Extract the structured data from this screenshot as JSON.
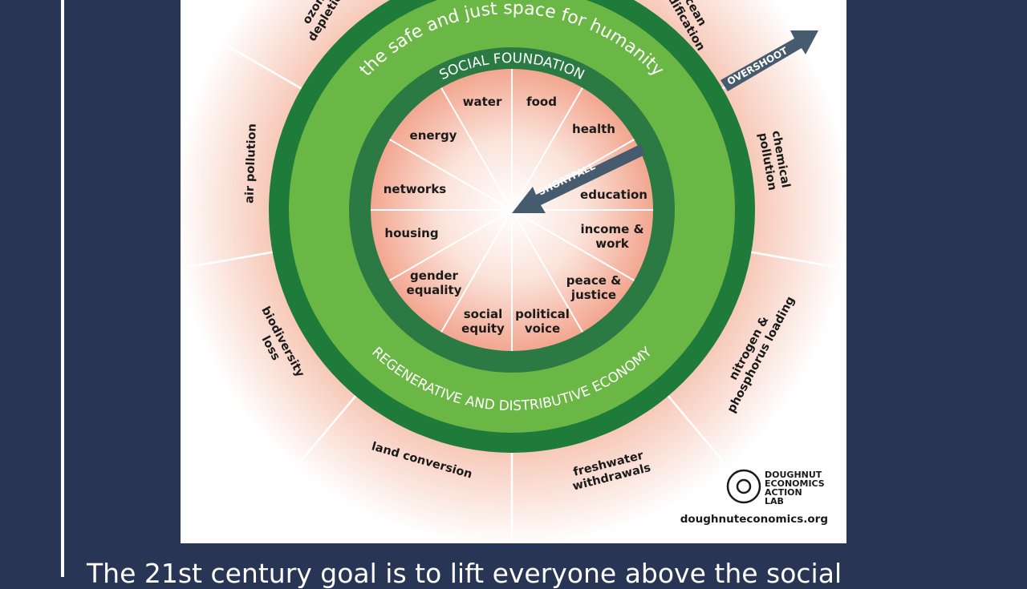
{
  "diagram": {
    "title_arc": "the safe and just space for humanity",
    "social_foundation": "SOCIAL FOUNDATION",
    "economy": "REGENERATIVE AND DISTRIBUTIVE ECONOMY",
    "overshoot": "OVERSHOOT",
    "shortfall": "SHORTFALL",
    "ecological_ceiling": [
      [
        "ozone",
        "depletion"
      ],
      [
        "ocean",
        "acidification"
      ],
      [
        "chemical",
        "pollution"
      ],
      [
        "nitrogen &",
        "phosphorus loading"
      ],
      [
        "freshwater",
        "withdrawals"
      ],
      [
        "land conversion"
      ],
      [
        "biodiversity",
        "loss"
      ],
      [
        "air pollution"
      ]
    ],
    "social_foundation_items": [
      [
        "water"
      ],
      [
        "food"
      ],
      [
        "health"
      ],
      [
        "education"
      ],
      [
        "income &",
        "work"
      ],
      [
        "peace &",
        "justice"
      ],
      [
        "political",
        "voice"
      ],
      [
        "social",
        "equity"
      ],
      [
        "gender",
        "equality"
      ],
      [
        "housing"
      ],
      [
        "networks"
      ],
      [
        "energy"
      ]
    ],
    "colors": {
      "dark_green": "#1e7b3a",
      "light_green": "#6bb745",
      "inner_ring": "#2b7a43",
      "arrow": "#465b6d",
      "navy": "#283555"
    }
  },
  "logo": {
    "lines": [
      "DOUGHNUT",
      "ECONOMICS",
      "ACTION",
      "LAB"
    ],
    "url": "doughnuteconomics.org"
  },
  "caption": "The 21st century goal is to  lift everyone above the social"
}
